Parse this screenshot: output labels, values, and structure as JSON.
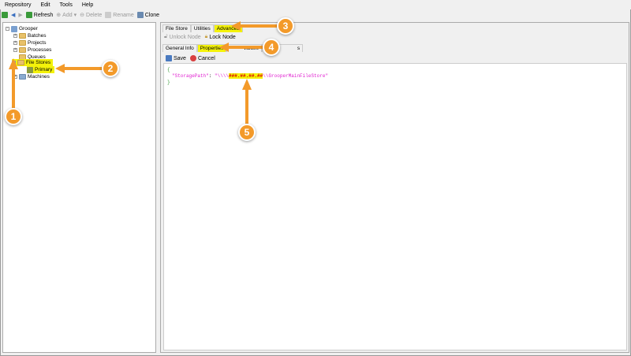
{
  "menu": [
    "Repository",
    "Edit",
    "Tools",
    "Help"
  ],
  "toolbar": {
    "refresh": "Refresh",
    "add": "Add",
    "delete": "Delete",
    "rename": "Rename",
    "clone": "Clone"
  },
  "tree": {
    "root": "Grooper",
    "items": [
      "Batches",
      "Projects",
      "Processes",
      "Queues",
      "File Stores",
      "Primary",
      "Machines"
    ]
  },
  "tabs": [
    "File Store",
    "Utilities",
    "Advanced"
  ],
  "node_actions": {
    "unlock": "Unlock Node",
    "lock": "Lock Node"
  },
  "subtabs": [
    "General Info",
    "Properties",
    "Values",
    "s"
  ],
  "editor_actions": {
    "save": "Save",
    "cancel": "Cancel"
  },
  "code": {
    "open": "{",
    "key": "\"StoragePath\"",
    "colon": ": ",
    "val_pre": "\"\\\\\\\\",
    "val_ip": "###.##.##.##",
    "val_post": "\\\\GrooperMainFileStore\"",
    "close": "}"
  },
  "callouts": [
    "1",
    "2",
    "3",
    "4",
    "5"
  ],
  "colors": {
    "callout": "#f39a2a",
    "highlight": "#f4f20a"
  }
}
